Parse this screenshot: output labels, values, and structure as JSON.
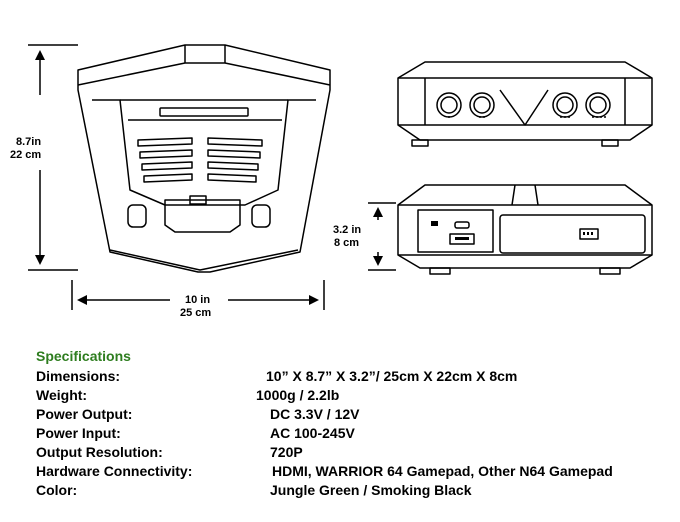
{
  "dimensions": {
    "height": {
      "in": "8.7in",
      "cm": "22 cm"
    },
    "width": {
      "in": "10 in",
      "cm": "25 cm"
    },
    "depth": {
      "in": "3.2 in",
      "cm": "8 cm"
    }
  },
  "specs": {
    "title": "Specifications",
    "rows": [
      {
        "label": "Dimensions:",
        "value": "10” X 8.7” X 3.2”/ 25cm X 22cm X 8cm"
      },
      {
        "label": "Weight:",
        "value": "1000g / 2.2lb"
      },
      {
        "label": "Power Output:",
        "value": "DC 3.3V / 12V"
      },
      {
        "label": "Power Input:",
        "value": "AC 100-245V"
      },
      {
        "label": "Output Resolution:",
        "value": "720P"
      },
      {
        "label": "Hardware Connectivity:",
        "value": "HDMI, WARRIOR 64 Gamepad, Other N64 Gamepad"
      },
      {
        "label": "Color:",
        "value": "Jungle Green / Smoking Black"
      }
    ]
  }
}
